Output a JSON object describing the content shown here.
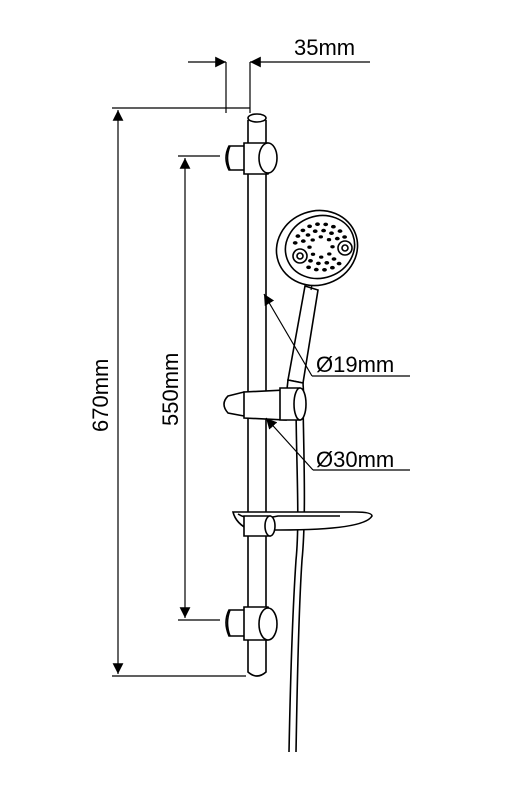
{
  "dimensions": {
    "width_label": "35mm",
    "total_height_label": "670mm",
    "bracket_spacing_label": "550mm",
    "hose_diameter_label": "Ø19mm",
    "rail_diameter_label": "Ø30mm"
  }
}
